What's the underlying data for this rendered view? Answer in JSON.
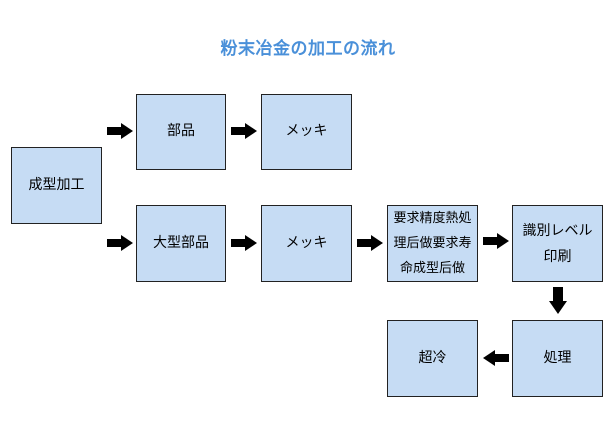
{
  "title": "粉末冶金の加工の流れ",
  "nodes": {
    "forming": "成型加工",
    "parts": "部品",
    "plating_top": "メッキ",
    "large_parts": "大型部品",
    "plating_bottom": "メッキ",
    "heat_treatment": "要求精度熱処理后做要求寿命成型后做",
    "marking": "識別レベル印刷",
    "treatment": "処理",
    "subzero": "超冷"
  },
  "colors": {
    "box_fill": "#c6dcf4",
    "box_border": "#222222",
    "title": "#4a90d9",
    "arrow": "#000000"
  }
}
